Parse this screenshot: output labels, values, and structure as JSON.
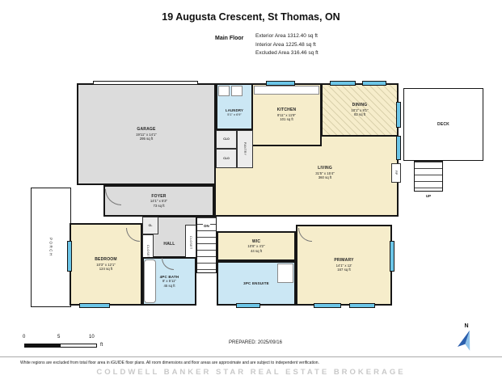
{
  "header": {
    "title": "19 Augusta Crescent, St Thomas, ON",
    "floor_label": "Main Floor",
    "exterior": "Exterior Area 1312.40 sq ft",
    "interior": "Interior Area 1225.48 sq ft",
    "excluded": "Excluded Area 316.46 sq ft"
  },
  "rooms": {
    "garage": {
      "name": "GARAGE",
      "dims": "19'11\" x 14'1\"",
      "area": "295 sq ft"
    },
    "laundry": {
      "name": "LAUNDRY",
      "dims": "5'1\" x 6'9\""
    },
    "kitchen": {
      "name": "KITCHEN",
      "dims": "9'11\" x 11'9\"",
      "area": "101 sq ft"
    },
    "dining": {
      "name": "DINING",
      "dims": "10'1\" x 8'1\"",
      "area": "82 sq ft"
    },
    "deck": {
      "name": "DECK"
    },
    "living": {
      "name": "LIVING",
      "dims": "31'5\" x 15'4\"",
      "area": "360 sq ft"
    },
    "foyer": {
      "name": "FOYER",
      "dims": "14'1\" x 5'3\"",
      "area": "73 sq ft"
    },
    "porch": {
      "name": "PORCH"
    },
    "bedroom": {
      "name": "BEDROOM",
      "dims": "10'3\" x 12'1\"",
      "area": "124 sq ft"
    },
    "hall": {
      "name": "HALL"
    },
    "cl": {
      "name": "CL"
    },
    "closet_left": {
      "name": "CLOSET"
    },
    "closet_right": {
      "name": "CLOSET"
    },
    "pantry": {
      "name": "PANTRY"
    },
    "clo_1": {
      "name": "CLO"
    },
    "clo_2": {
      "name": "CLO"
    },
    "wic": {
      "name": "WIC",
      "dims": "10'8\" x 4'2\"",
      "area": "44 sq ft"
    },
    "primary": {
      "name": "PRIMARY",
      "dims": "14'1\" x 12'",
      "area": "167 sq ft"
    },
    "bath": {
      "name": "4PC BATH",
      "dims": "8' x 5'11\"",
      "area": "45 sq ft"
    },
    "ensuite": {
      "name": "3PC ENSUITE"
    },
    "stairs_dn": {
      "name": "DN"
    },
    "stairs_up": {
      "name": "UP"
    },
    "fireplace": {
      "name": "F/P"
    }
  },
  "scale_bar": {
    "t0": "0",
    "t5": "5",
    "t10": "10",
    "unit": "ft"
  },
  "prepared": "PREPARED: 2025/09/16",
  "compass": {
    "north": "N"
  },
  "footer": {
    "disclaimer": "White regions are excluded from total floor area in iGUIDE floor plans. All room dimensions and floor areas are approximate and are subject to independent verification.",
    "watermark": "COLDWELL BANKER STAR REAL ESTATE BROKERAGE"
  },
  "colors": {
    "room_yellow": "#F6EDCB",
    "room_gray": "#DCDCDC",
    "room_blue": "#CBE7F4",
    "window_blue": "#6CC6E8",
    "wall": "#161616"
  }
}
